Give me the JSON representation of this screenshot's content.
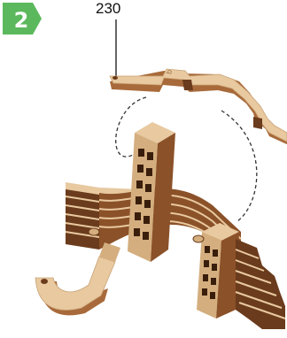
{
  "step": {
    "number": "2",
    "badge_color": "#5cb85c"
  },
  "part": {
    "label": "230",
    "engraving": "b"
  },
  "colors": {
    "wood_face": "#e8c9a0",
    "wood_edge": "#a86a3a",
    "wood_dark": "#6a3b1c",
    "leader": "#333333"
  }
}
